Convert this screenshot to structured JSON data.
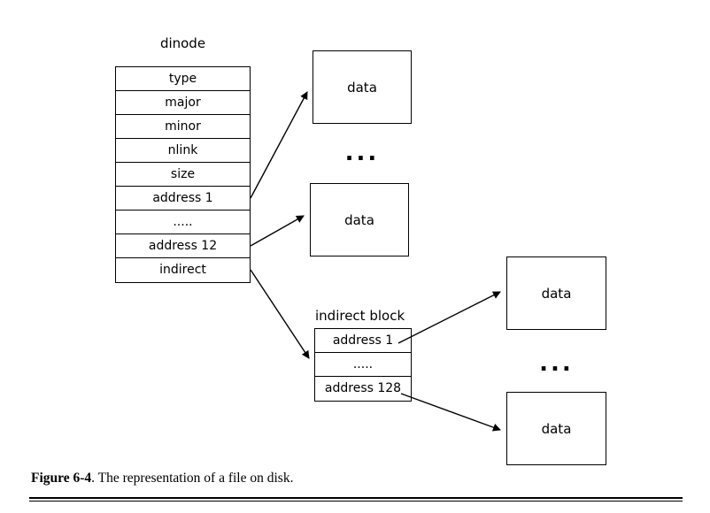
{
  "figure": {
    "dinode": {
      "label": "dinode",
      "rows": [
        "type",
        "major",
        "minor",
        "nlink",
        "size",
        "address 1",
        ".....",
        "address 12",
        "indirect"
      ]
    },
    "indirect_block": {
      "label": "indirect block",
      "rows": [
        "address 1",
        ".....",
        "address 128"
      ]
    },
    "data_box_label": "data",
    "ellipsis": "..."
  },
  "caption": {
    "label": "Figure 6-4",
    "text": ".  The representation of a file on disk."
  }
}
